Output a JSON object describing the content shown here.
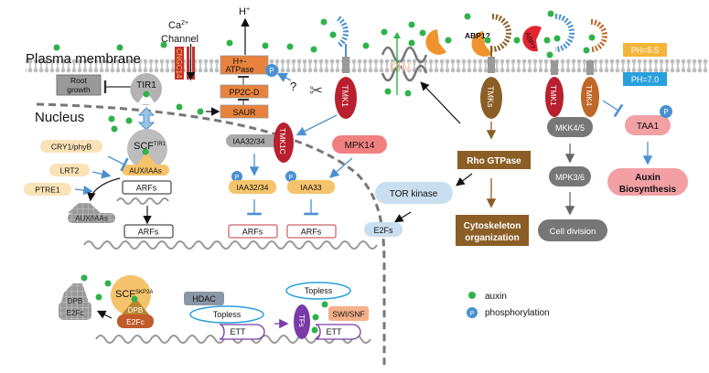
{
  "labels": {
    "plasma_membrane": "Plasma membrane",
    "nucleus": "Nucleus",
    "ca_channel_line1": "Ca",
    "ca_sup": "2+",
    "ca_channel_line2": "Channel",
    "cngc14": "CNGC14",
    "h_plus": "H",
    "h_plus_sup": "+",
    "h_atpase_line1": "H+-",
    "h_atpase_line2": "ATPase",
    "pp2c_d": "PP2C-D",
    "saur": "SAUR",
    "question": "?",
    "root_growth_line1": "Root",
    "root_growth_line2": "growth",
    "tir1": "TIR1",
    "scf_tir1": "SCF",
    "scf_tir1_sup": "TIR1",
    "aux_iaas": "AUX/IAAs",
    "arfs": "ARFs",
    "cry1_phyb": "CRY1/phyB",
    "lrt2": "LRT2",
    "ptre1": "PTRE1",
    "aux_iaas_degraded": "AUX/IAAs",
    "tmk1": "TMK1",
    "tmk1c": "TMK1C",
    "iaa32_34": "IAA32/34",
    "iaa32_34_p": "IAA32/34",
    "iaa33": "IAA33",
    "mpk14": "MPK14",
    "pin": "PIN",
    "abp1": "ABP1?",
    "abp_red": "ABP?",
    "tmks": "TMKs",
    "rho_gtpase": "Rho GTPase",
    "tor_kinase": "TOR kinase",
    "e2fs": "E2Fs",
    "cytoskeleton_line1": "Cytoskeleton",
    "cytoskeleton_line2": "organization",
    "tmk1_right": "TMK1",
    "tmk4": "TMK4",
    "mkk45": "MKK4/5",
    "mpk36": "MPK3/6",
    "cell_division": "Cell division",
    "taa1": "TAA1",
    "auxin_bio_line1": "Auxin",
    "auxin_bio_line2": "Biosynthesis",
    "ph_out": "PH=5.5",
    "ph_in": "PH=7.0",
    "dpb": "DPB",
    "e2fc": "E2Fc",
    "scf_skp2a": "SCF",
    "scf_skp2a_sup": "SKP2A",
    "hdac": "HDAC",
    "topless": "Topless",
    "ett": "ETT",
    "tfs": "TFs",
    "swi_snf": "SWI/SNF",
    "p": "P"
  },
  "legend": {
    "auxin": "auxin",
    "phosphorylation": "phosphorylation"
  },
  "colors": {
    "auxin_green": "#2eb34a",
    "phospho_blue": "#4a90d0",
    "orange_box": "#e8823c",
    "tmk_red": "#b8202e",
    "brown": "#8b5e25",
    "gray_box": "#8a8a8a",
    "pink": "#f2a0a4",
    "light_blue": "#c9dff0",
    "cream": "#fbe3b8",
    "yellow_orange": "#f5c36b"
  }
}
